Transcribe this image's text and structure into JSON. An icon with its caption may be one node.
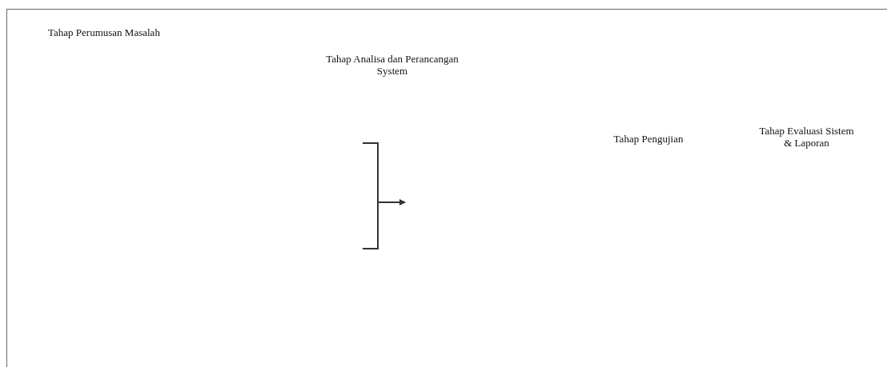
{
  "diagram": {
    "labels": [
      "Tahap Perumusan Masalah",
      "Tahap Analisa dan Perancangan System",
      "Tahap Pengujian",
      "Tahap Evaluasi Sistem & Laporan"
    ]
  }
}
